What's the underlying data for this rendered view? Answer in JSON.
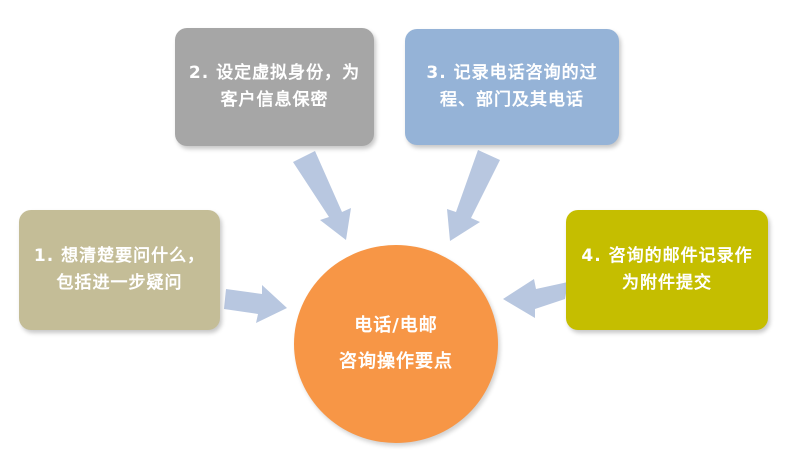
{
  "diagram": {
    "center": {
      "line1": "电话/电邮",
      "line2": "咨询操作要点",
      "color": "#F79646"
    },
    "boxes": [
      {
        "text": "1. 想清楚要问什么，\n包括进一步疑问",
        "color": "#C4BD97"
      },
      {
        "text": "2. 设定虚拟身份，为\n客户信息保密",
        "color": "#A6A6A6"
      },
      {
        "text": "3. 记录电话咨询的过\n程、部门及其电话",
        "color": "#95B3D7"
      },
      {
        "text": "4. 咨询的邮件记录作\n为附件提交",
        "color": "#C5BE00"
      }
    ],
    "arrow_color": "#B8C7E0"
  }
}
